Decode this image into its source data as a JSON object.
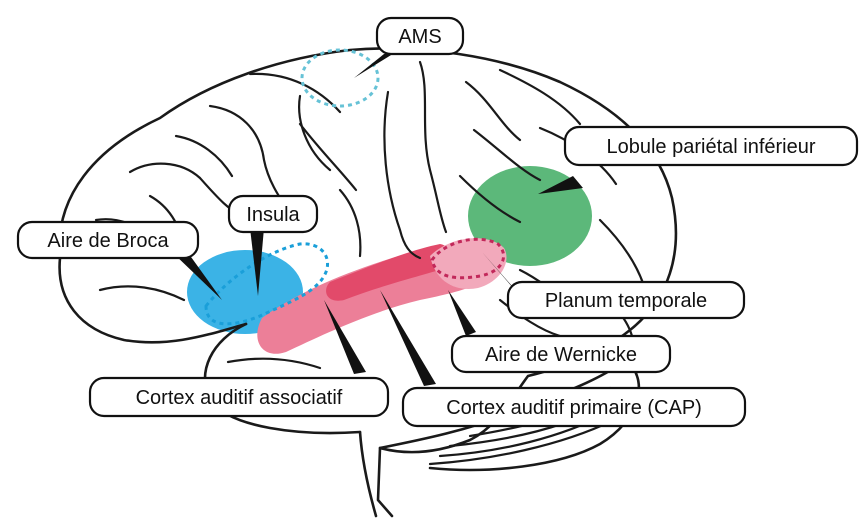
{
  "colors": {
    "broca": "#3bb3e6",
    "parietal": "#5cb87a",
    "auditory_assoc": "#ec7f98",
    "auditory_primary": "#e24a6a",
    "planum": "#f2a9bb",
    "ams_dotted": "#66c2d6",
    "insula_dotted": "#1a9fd9",
    "planum_dotted": "#c2285a"
  },
  "labels": {
    "ams": "AMS",
    "lobule": "Lobule pariétal inférieur",
    "insula": "Insula",
    "broca": "Aire de Broca",
    "planum": "Planum temporale",
    "wernicke": "Aire de Wernicke",
    "assoc": "Cortex auditif associatif",
    "primary": "Cortex auditif primaire (CAP)"
  }
}
